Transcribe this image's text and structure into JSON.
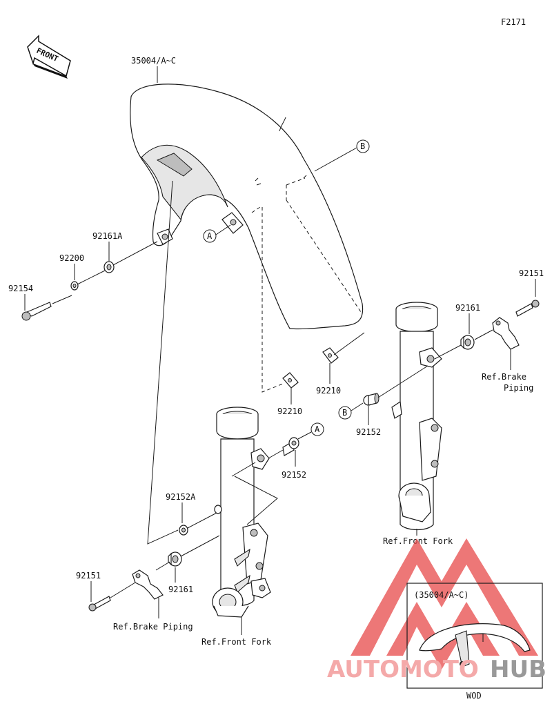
{
  "figure_code": "F2171",
  "front_label": "FRONT",
  "parts": {
    "fender": "35004/A~C",
    "p92161A": "92161A",
    "p92200": "92200",
    "p92154": "92154",
    "p92151_right": "92151",
    "p92161_right": "92161",
    "p92210_right": "92210",
    "p92152_right": "92152",
    "p92210_center": "92210",
    "p92152_center": "92152",
    "p92152A": "92152A",
    "p92161_left": "92161",
    "p92151_left": "92151"
  },
  "callouts": {
    "A": "A",
    "B": "B"
  },
  "refs": {
    "brake_piping_right_line1": "Ref.Brake",
    "brake_piping_right_line2": "Piping",
    "front_fork_right": "Ref.Front Fork",
    "brake_piping_left": "Ref.Brake Piping",
    "front_fork_left": "Ref.Front Fork"
  },
  "inset": {
    "title": "(35004/A~C)",
    "caption": "WOD"
  },
  "watermark": {
    "part1": "AUTOMOTO",
    "part2": "HUB",
    "color1": "#f4a9a9",
    "color2": "#999999",
    "logo_color": "#e84a4a"
  }
}
